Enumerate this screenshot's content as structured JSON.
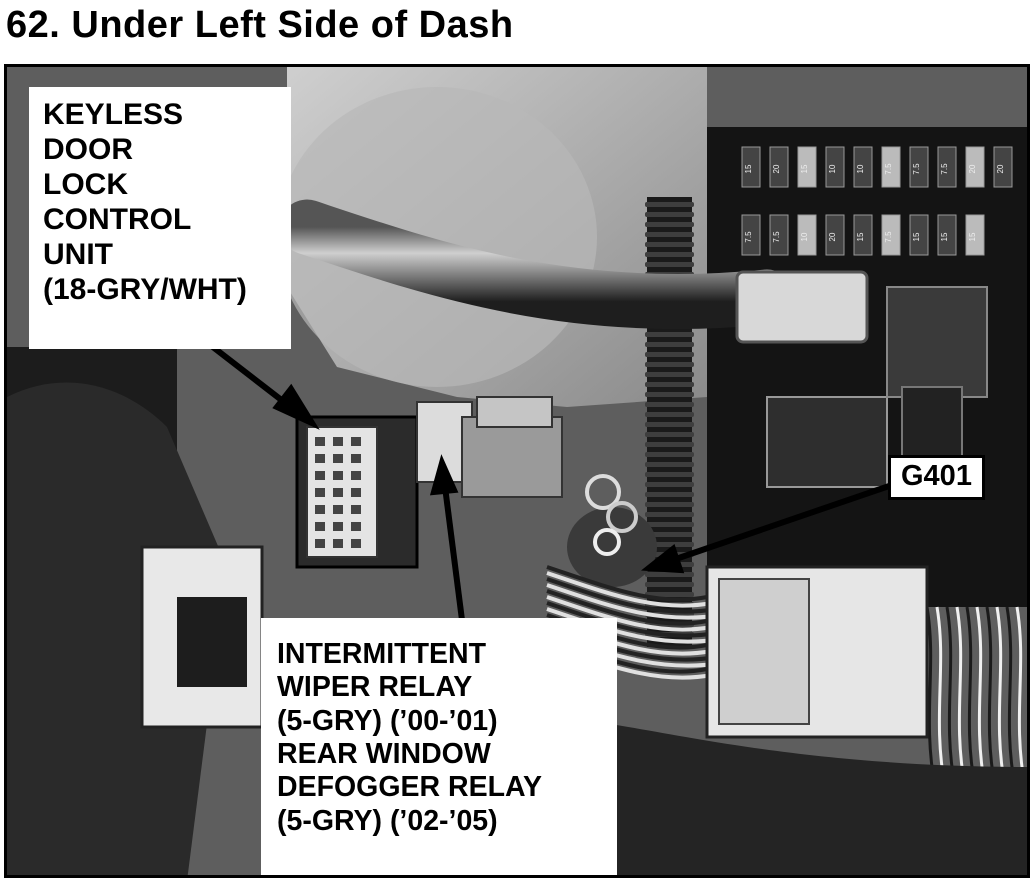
{
  "title": "62. Under Left Side of Dash",
  "labels": {
    "keyless": [
      "KEYLESS",
      "DOOR",
      "LOCK",
      "CONTROL",
      "UNIT",
      "(18-GRY/WHT)"
    ],
    "ground": "G401",
    "wiper": [
      "INTERMITTENT",
      "WIPER RELAY",
      "(5-GRY) (’00-’01)",
      "REAR WINDOW",
      "DEFOGGER RELAY",
      "(5-GRY) (’02-’05)"
    ]
  },
  "fuse_ratings_top": [
    "15",
    "20",
    "15",
    "10",
    "10",
    "7.5",
    "7.5",
    "7.5",
    "20",
    "20"
  ],
  "fuse_ratings_bottom": [
    "7.5",
    "7.5",
    "10",
    "20",
    "15",
    "7.5",
    "15",
    "15",
    "15"
  ]
}
